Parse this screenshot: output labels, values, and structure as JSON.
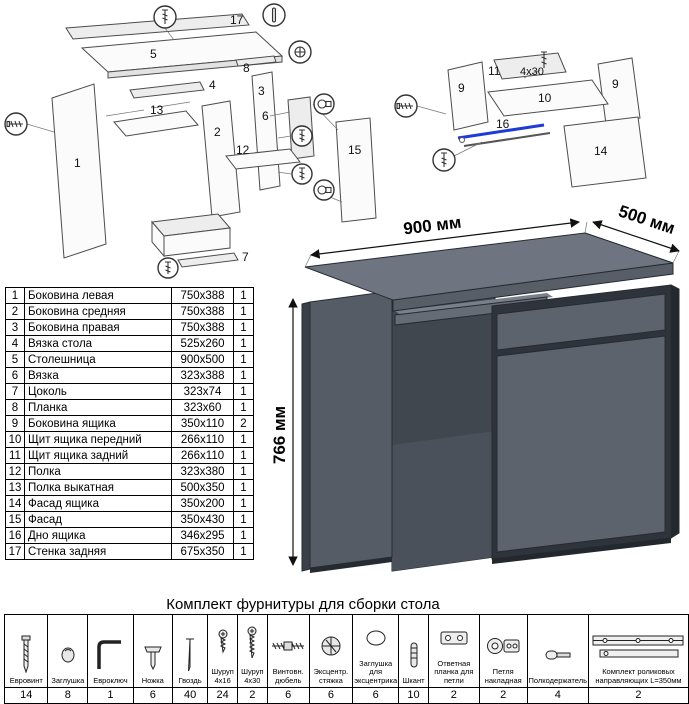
{
  "diagram_left": {
    "labels": [
      "17",
      "5",
      "4",
      "8",
      "3",
      "6",
      "13",
      "2",
      "12",
      "15",
      "1",
      "7"
    ]
  },
  "diagram_right": {
    "labels": [
      "9",
      "11",
      "4x30",
      "9",
      "10",
      "16",
      "14"
    ]
  },
  "render": {
    "dims": {
      "width": "900 мм",
      "depth": "500 мм",
      "height": "766 мм"
    }
  },
  "parts": {
    "rows": [
      {
        "num": "1",
        "name": "Боковина левая",
        "size": "750x388",
        "qty": "1"
      },
      {
        "num": "2",
        "name": "Боковина средняя",
        "size": "750x388",
        "qty": "1"
      },
      {
        "num": "3",
        "name": "Боковина правая",
        "size": "750x388",
        "qty": "1"
      },
      {
        "num": "4",
        "name": "Вязка стола",
        "size": "525x260",
        "qty": "1"
      },
      {
        "num": "5",
        "name": "Столешница",
        "size": "900x500",
        "qty": "1"
      },
      {
        "num": "6",
        "name": "Вязка",
        "size": "323x388",
        "qty": "1"
      },
      {
        "num": "7",
        "name": "Цоколь",
        "size": "323x74",
        "qty": "1"
      },
      {
        "num": "8",
        "name": "Планка",
        "size": "323x60",
        "qty": "1"
      },
      {
        "num": "9",
        "name": "Боковина ящика",
        "size": "350x110",
        "qty": "2"
      },
      {
        "num": "10",
        "name": "Щит ящика передний",
        "size": "266x110",
        "qty": "1"
      },
      {
        "num": "11",
        "name": "Щит ящика задний",
        "size": "266x110",
        "qty": "1"
      },
      {
        "num": "12",
        "name": "Полка",
        "size": "323x380",
        "qty": "1"
      },
      {
        "num": "13",
        "name": "Полка выкатная",
        "size": "500x350",
        "qty": "1"
      },
      {
        "num": "14",
        "name": "Фасад ящика",
        "size": "350x200",
        "qty": "1"
      },
      {
        "num": "15",
        "name": "Фасад",
        "size": "350x430",
        "qty": "1"
      },
      {
        "num": "16",
        "name": "Дно ящика",
        "size": "346x295",
        "qty": "1"
      },
      {
        "num": "17",
        "name": "Стенка задняя",
        "size": "675x350",
        "qty": "1"
      }
    ]
  },
  "hardware": {
    "title": "Комплект фурнитуры для сборки стола",
    "items": [
      {
        "label": "Евровинт",
        "qty": "14"
      },
      {
        "label": "Заглушка",
        "qty": "8"
      },
      {
        "label": "Евроключ",
        "qty": "1"
      },
      {
        "label": "Ножка",
        "qty": "6"
      },
      {
        "label": "Гвоздь",
        "qty": "40"
      },
      {
        "label": "Шуруп 4x16",
        "qty": "24"
      },
      {
        "label": "Шуруп 4x30",
        "qty": "2"
      },
      {
        "label": "Винтовн. дюбель",
        "qty": "6"
      },
      {
        "label": "Эксцентр. стяжка",
        "qty": "6"
      },
      {
        "label": "Заглушка для эксцентрика",
        "qty": "6"
      },
      {
        "label": "Шкант",
        "qty": "10"
      },
      {
        "label": "Ответная планка для петли",
        "qty": "2"
      },
      {
        "label": "Петля накладная",
        "qty": "2"
      },
      {
        "label": "Полкодержатель",
        "qty": "4"
      },
      {
        "label": "Комплект роликовых направляющих L=350мм",
        "qty": "2"
      }
    ]
  }
}
